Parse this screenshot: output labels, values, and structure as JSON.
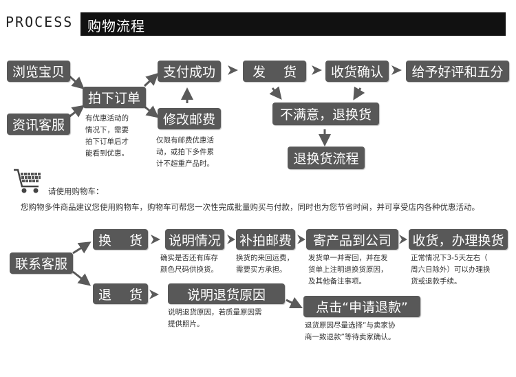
{
  "header": {
    "process_label": "PROCESS",
    "title": "购物流程"
  },
  "flow1": {
    "browse": "浏览宝贝",
    "consult": "资讯客服",
    "order": "拍下订单",
    "order_note": [
      "有优惠活动的",
      "情况下，需要",
      "拍下订单后才",
      "能看到优惠。"
    ],
    "pay": "支付成功",
    "modify_postage": "修改邮费",
    "postage_note": [
      "仅限有邮费优惠活",
      "动，或拍下多件累",
      "计不超重产品时。"
    ],
    "ship": "发 货",
    "receive_confirm": "收货确认",
    "review": "给予好评和五分",
    "unsatisfied": "不满意，退换货",
    "return_flow": "退换货流程"
  },
  "cart": {
    "label": "请使用购物车：",
    "description": "您购物多件商品建议您使用购物车，购物车可帮您一次性完成批量购买与付款，同时也为您节省时间，并可享受店内各种优惠活动。"
  },
  "flow2": {
    "contact": "联系客服",
    "exchange": "换 货",
    "explain": "说明情况",
    "explain_note": [
      "确实是否还有库存",
      "颜色尺码供换货。"
    ],
    "repay_postage": "补拍邮费",
    "repay_note": [
      "换货的来回运费，",
      "需要买方承担。"
    ],
    "send_to_company": "寄产品到公司",
    "send_note": [
      "发货单一并寄回，并在发",
      "货单上注明退换货原因，",
      "及其他备注事项。"
    ],
    "receive_exchange": "收货，办理换货",
    "receive_note": [
      "正常情况下3-5天左右（",
      "周六日除外）可以办理换",
      "货或退款手续。"
    ],
    "refund": "退 货",
    "explain_refund": "说明退货原因",
    "refund_note": [
      "说明退货原因，若质量原因需",
      "提供照片。"
    ],
    "click_refund": "点击“申请退款”",
    "click_note": [
      "退货原因尽量选择“与卖家协",
      "商一致退款”等待卖家确认。"
    ]
  },
  "colors": {
    "box_fill": "#585858",
    "header_bar": "#111111",
    "arrow": "#5a5a5a"
  }
}
